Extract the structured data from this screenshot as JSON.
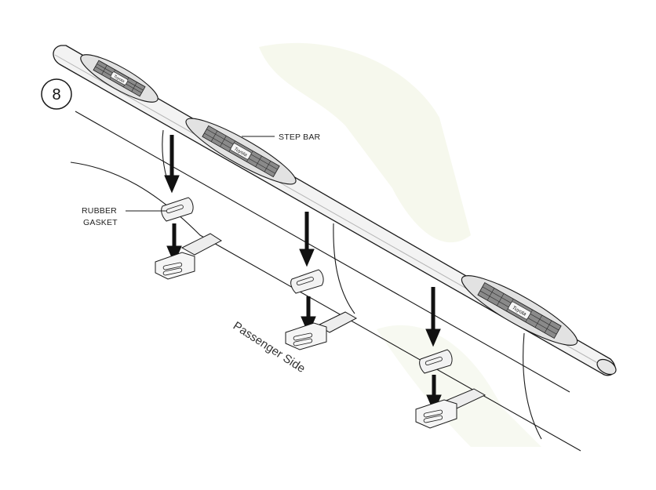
{
  "step": {
    "number": "8"
  },
  "labels": {
    "step_bar": "STEP BAR",
    "rubber_gasket_line1": "RUBBER",
    "rubber_gasket_line2": "GASKET",
    "side": "Passenger Side"
  },
  "step_pad_logo": "Tuyota",
  "colors": {
    "outline": "#1a1a1a",
    "arrow": "#111111",
    "bar_fill": "#f3f3f3",
    "pad_fill": "#e2e2e2",
    "watermark": "#eef2df"
  }
}
